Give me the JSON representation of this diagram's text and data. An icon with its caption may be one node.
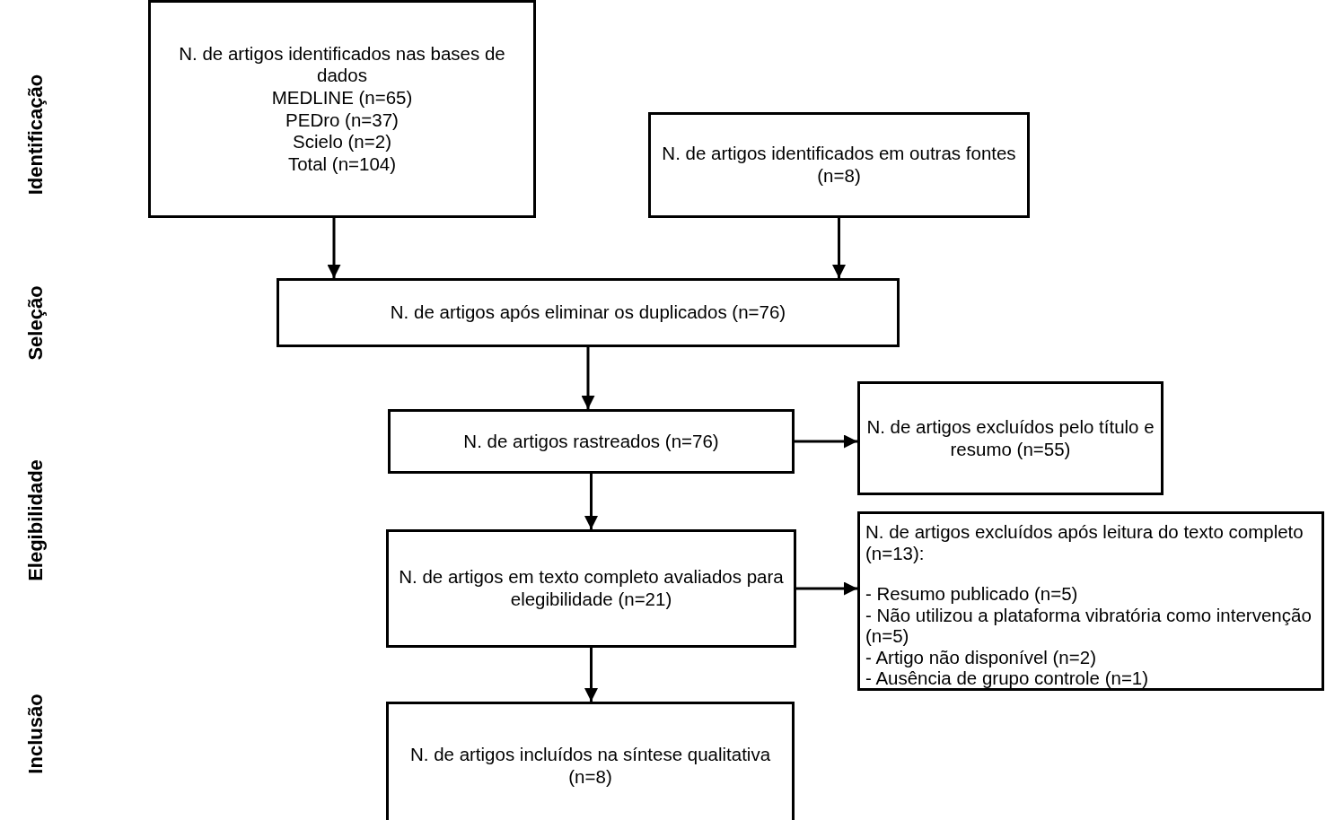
{
  "diagram": {
    "nodes": [
      {
        "text": [
          "N. de artigos identificados nas bases de dados",
          "MEDLINE (n=65)",
          "PEDro (n=37)",
          "Scielo (n=2)",
          "Total (n=104)"
        ]
      },
      {
        "text": [
          "N. de artigos identificados em outras fontes (n=8)"
        ]
      },
      {
        "text": [
          "N. de artigos após eliminar os duplicados (n=76)"
        ]
      },
      {
        "text": [
          "N. de artigos rastreados (n=76)"
        ]
      },
      {
        "text": [
          "N. de artigos excluídos pelo título e resumo (n=55)"
        ]
      },
      {
        "text": [
          "N. de artigos em texto completo avaliados para elegibilidade (n=21)"
        ]
      },
      {
        "text": [
          "N. de artigos excluídos após leitura do texto completo (n=13):",
          "- Resumo publicado (n=5)",
          "- Não utilizou a plataforma vibratória como intervenção (n=5)",
          "- Artigo não disponível (n=2)",
          "- Ausência de grupo controle (n=1)"
        ]
      },
      {
        "text": [
          "N. de artigos incluídos na síntese qualitativa (n=8)"
        ]
      }
    ],
    "edges": [
      {
        "from": 0,
        "to": 2,
        "arrow": "to"
      },
      {
        "from": 1,
        "to": 2,
        "arrow": "to"
      },
      {
        "from": 2,
        "to": 3,
        "arrow": "to"
      },
      {
        "from": 3,
        "to": 4,
        "arrow": "to"
      },
      {
        "from": 3,
        "to": 5,
        "arrow": "to"
      },
      {
        "from": 5,
        "to": 6,
        "arrow": "to"
      },
      {
        "from": 5,
        "to": 7,
        "arrow": "to"
      }
    ],
    "labels": [
      "Identificação",
      "Seleção",
      "Elegibilidade",
      "Inclusão"
    ]
  }
}
